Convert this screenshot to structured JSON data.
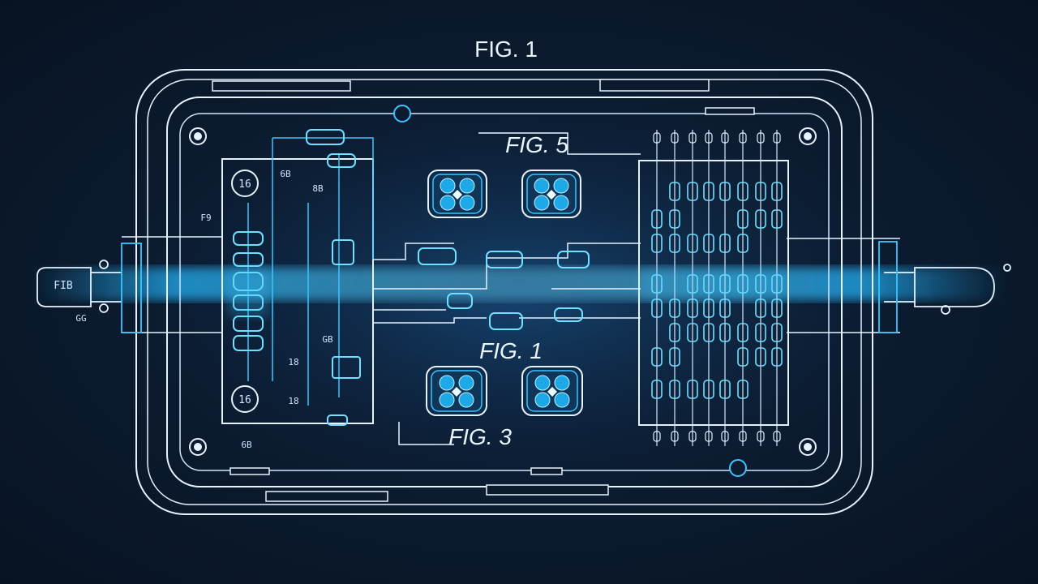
{
  "figure_labels": {
    "top": "FIG. 1",
    "upper_center": "FIG. 5",
    "middle_center": "FIG. 1",
    "bottom_center": "FIG. 3"
  },
  "circle_markers": {
    "top_left": "16",
    "bottom_left": "16"
  },
  "component_labels": [
    "FIB",
    "GG",
    "F9",
    "6B",
    "8B",
    "GB",
    "18",
    "18",
    "6B"
  ],
  "colors": {
    "background": "#0b1a2e",
    "line": "#e6f3ff",
    "accent": "#39c6ff",
    "glow": "#19a8ff"
  }
}
